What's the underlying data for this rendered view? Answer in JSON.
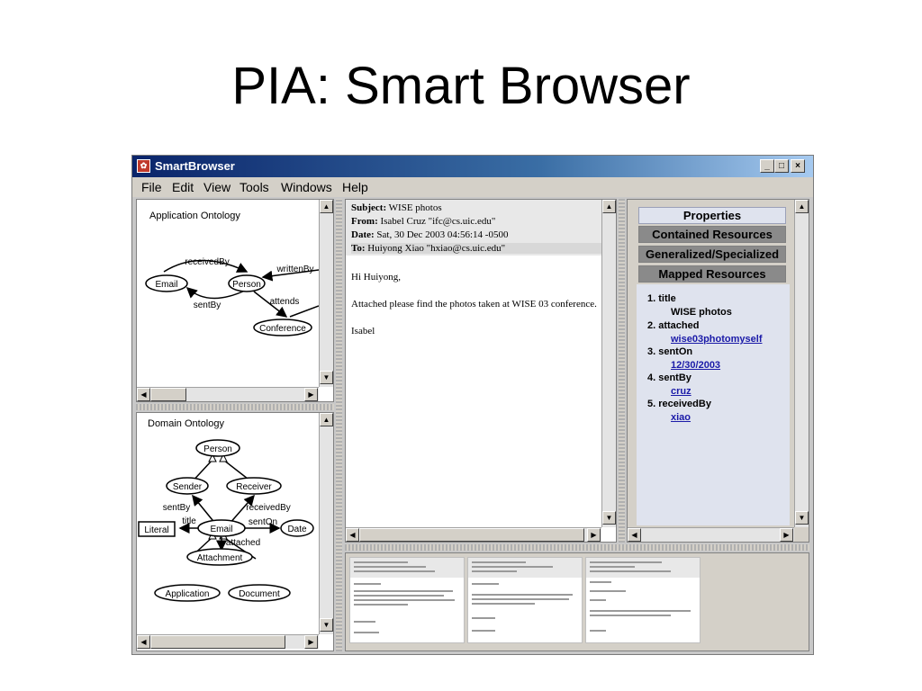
{
  "slide": {
    "title": "PIA: Smart Browser"
  },
  "window": {
    "title": "SmartBrowser",
    "buttons": {
      "minimize": "_",
      "maximize": "□",
      "close": "×"
    }
  },
  "menu": [
    "File",
    "Edit",
    "View",
    "Tools",
    "Windows",
    "Help"
  ],
  "app_ontology": {
    "label": "Application Ontology",
    "nodes": {
      "email": "Email",
      "person": "Person",
      "conference": "Conference"
    },
    "edges": {
      "received_by": "receivedBy",
      "written_by": "writtenBy",
      "sent_by": "sentBy",
      "attends": "attends"
    }
  },
  "domain_ontology": {
    "label": "Domain Ontology",
    "nodes": {
      "person": "Person",
      "sender": "Sender",
      "receiver": "Receiver",
      "literal": "Literal",
      "email": "Email",
      "date": "Date",
      "attachment": "Attachment",
      "application": "Application",
      "document": "Document"
    },
    "edges": {
      "sent_by": "sentBy",
      "received_by": "receivedBy",
      "title": "title",
      "sent_on": "sentOn",
      "attached": "attached"
    }
  },
  "email": {
    "subject_label": "Subject:",
    "subject": "WISE photos",
    "from_label": "From:",
    "from": "Isabel Cruz  \"ifc@cs.uic.edu\"",
    "date_label": "Date:",
    "date": "Sat, 30 Dec 2003 04:56:14 -0500",
    "to_label": "To:",
    "to": "Huiyong Xiao  \"hxiao@cs.uic.edu\"",
    "greeting": "Hi Huiyong,",
    "body": "Attached please find the photos taken at WISE 03 conference.",
    "signature": "Isabel"
  },
  "tabs": {
    "properties": "Properties",
    "contained": "Contained Resources",
    "generalized": "Generalized/Specialized",
    "mapped": "Mapped Resources"
  },
  "properties": [
    {
      "name": "1. title",
      "value": "WISE photos",
      "link": false
    },
    {
      "name": "2. attached",
      "value": "wise03photomyself",
      "link": true
    },
    {
      "name": "3. sentOn",
      "value": "12/30/2003",
      "link": true
    },
    {
      "name": "4. sentBy",
      "value": "cruz",
      "link": true
    },
    {
      "name": "5. receivedBy",
      "value": "xiao",
      "link": true
    }
  ],
  "icons": {
    "app": "smartbrowser-icon",
    "scroll_up": "▲",
    "scroll_down": "▼",
    "scroll_left": "◀",
    "scroll_right": "▶"
  },
  "colors": {
    "titlebar": "#0a246a",
    "link": "#1a1aa8",
    "tab_active": "#dfe3ee",
    "tab_inactive": "#8a8a8a"
  }
}
